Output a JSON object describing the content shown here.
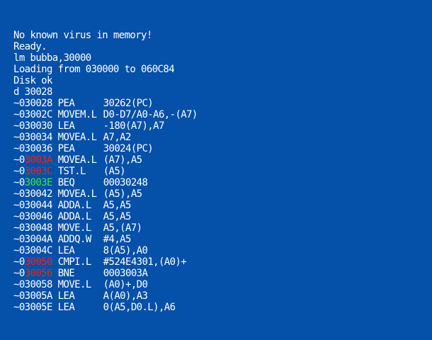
{
  "colors": {
    "background": "#0550a8",
    "text": "#ffffff",
    "highlight_red": "#e8261e",
    "highlight_green": "#3ee83e"
  },
  "console": {
    "messages": [
      "No known virus in memory!",
      "Ready.",
      "lm bubba,30000",
      "Loading from 030000 to 060C84",
      "Disk ok",
      "d 30028"
    ],
    "disassembly": [
      {
        "prefix": "~",
        "addr": "030028",
        "addr_plain": "",
        "addr_hi": "",
        "hi": "",
        "mnemonic": "PEA",
        "operands": "30262(PC)"
      },
      {
        "prefix": "~",
        "addr": "03002C",
        "addr_plain": "",
        "addr_hi": "",
        "hi": "",
        "mnemonic": "MOVEM.L",
        "operands": "D0-D7/A0-A6,-(A7)"
      },
      {
        "prefix": "~",
        "addr": "030030",
        "addr_plain": "",
        "addr_hi": "",
        "hi": "",
        "mnemonic": "LEA",
        "operands": "-180(A7),A7"
      },
      {
        "prefix": "~",
        "addr": "030034",
        "addr_plain": "",
        "addr_hi": "",
        "hi": "",
        "mnemonic": "MOVEA.L",
        "operands": "A7,A2"
      },
      {
        "prefix": "~",
        "addr": "030036",
        "addr_plain": "",
        "addr_hi": "",
        "hi": "",
        "mnemonic": "PEA",
        "operands": "30024(PC)"
      },
      {
        "prefix": "~",
        "addr": "",
        "addr_plain": "0",
        "addr_hi": "3003A",
        "hi": "red",
        "mnemonic": "MOVEA.L",
        "operands": "(A7),A5"
      },
      {
        "prefix": "~",
        "addr": "",
        "addr_plain": "0",
        "addr_hi": "3003C",
        "hi": "red",
        "mnemonic": "TST.L",
        "operands": "(A5)"
      },
      {
        "prefix": "~",
        "addr": "",
        "addr_plain": "0",
        "addr_hi": "3003E",
        "hi": "green",
        "mnemonic": "BEQ",
        "operands": "00030248"
      },
      {
        "prefix": "~",
        "addr": "030042",
        "addr_plain": "",
        "addr_hi": "",
        "hi": "",
        "mnemonic": "MOVEA.L",
        "operands": "(A5),A5"
      },
      {
        "prefix": "~",
        "addr": "030044",
        "addr_plain": "",
        "addr_hi": "",
        "hi": "",
        "mnemonic": "ADDA.L",
        "operands": "A5,A5"
      },
      {
        "prefix": "~",
        "addr": "030046",
        "addr_plain": "",
        "addr_hi": "",
        "hi": "",
        "mnemonic": "ADDA.L",
        "operands": "A5,A5"
      },
      {
        "prefix": "~",
        "addr": "030048",
        "addr_plain": "",
        "addr_hi": "",
        "hi": "",
        "mnemonic": "MOVE.L",
        "operands": "A5,(A7)"
      },
      {
        "prefix": "~",
        "addr": "03004A",
        "addr_plain": "",
        "addr_hi": "",
        "hi": "",
        "mnemonic": "ADDQ.W",
        "operands": "#4,A5"
      },
      {
        "prefix": "~",
        "addr": "03004C",
        "addr_plain": "",
        "addr_hi": "",
        "hi": "",
        "mnemonic": "LEA",
        "operands": "8(A5),A0"
      },
      {
        "prefix": "~",
        "addr": "",
        "addr_plain": "0",
        "addr_hi": "30050",
        "hi": "red",
        "mnemonic": "CMPI.L",
        "operands": "#524E4301,(A0)+"
      },
      {
        "prefix": "~",
        "addr": "",
        "addr_plain": "0",
        "addr_hi": "30056",
        "hi": "red",
        "mnemonic": "BNE",
        "operands": "0003003A"
      },
      {
        "prefix": "~",
        "addr": "030058",
        "addr_plain": "",
        "addr_hi": "",
        "hi": "",
        "mnemonic": "MOVE.L",
        "operands": "(A0)+,D0"
      },
      {
        "prefix": "~",
        "addr": "03005A",
        "addr_plain": "",
        "addr_hi": "",
        "hi": "",
        "mnemonic": "LEA",
        "operands": "A(A0),A3"
      },
      {
        "prefix": "~",
        "addr": "03005E",
        "addr_plain": "",
        "addr_hi": "",
        "hi": "",
        "mnemonic": "LEA",
        "operands": "0(A5,D0.L),A6"
      }
    ]
  }
}
